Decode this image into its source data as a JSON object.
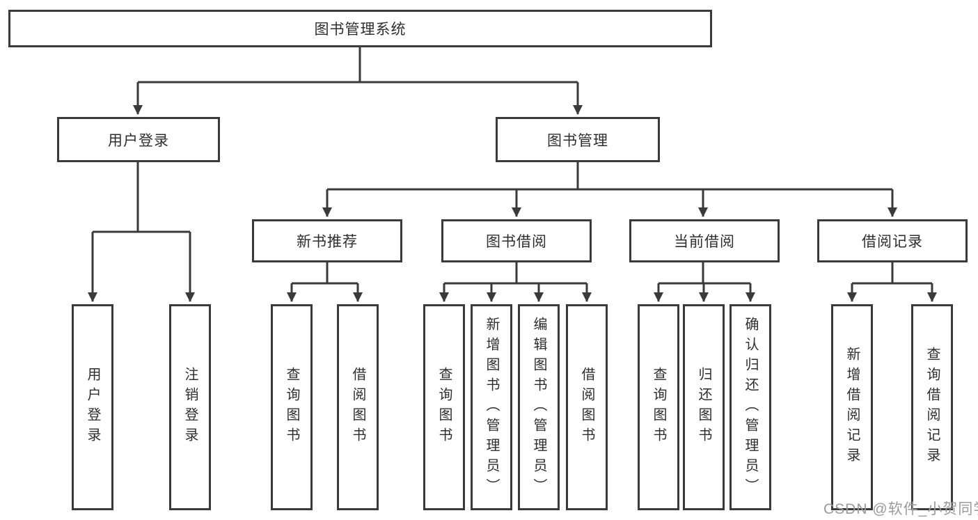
{
  "tree": {
    "root": "图书管理系统",
    "branches": [
      {
        "label": "用户登录",
        "children": [
          "用户登录",
          "注销登录"
        ]
      },
      {
        "label": "图书管理",
        "groups": [
          {
            "label": "新书推荐",
            "children": [
              "查询图书",
              "借阅图书"
            ]
          },
          {
            "label": "图书借阅",
            "children": [
              "查询图书",
              "新增图书（管理员）",
              "编辑图书（管理员）",
              "借阅图书"
            ]
          },
          {
            "label": "当前借阅",
            "children": [
              "查询图书",
              "归还图书",
              "确认归还（管理员）"
            ]
          },
          {
            "label": "借阅记录",
            "children": [
              "新增借阅记录",
              "查询借阅记录"
            ]
          }
        ]
      }
    ]
  },
  "watermark": "CSDN @软件_小贺同学",
  "colors": {
    "line": "#3a3a3a",
    "text": "#2e2e2e",
    "watermark": "#9b9b9b",
    "background": "#ffffff"
  }
}
